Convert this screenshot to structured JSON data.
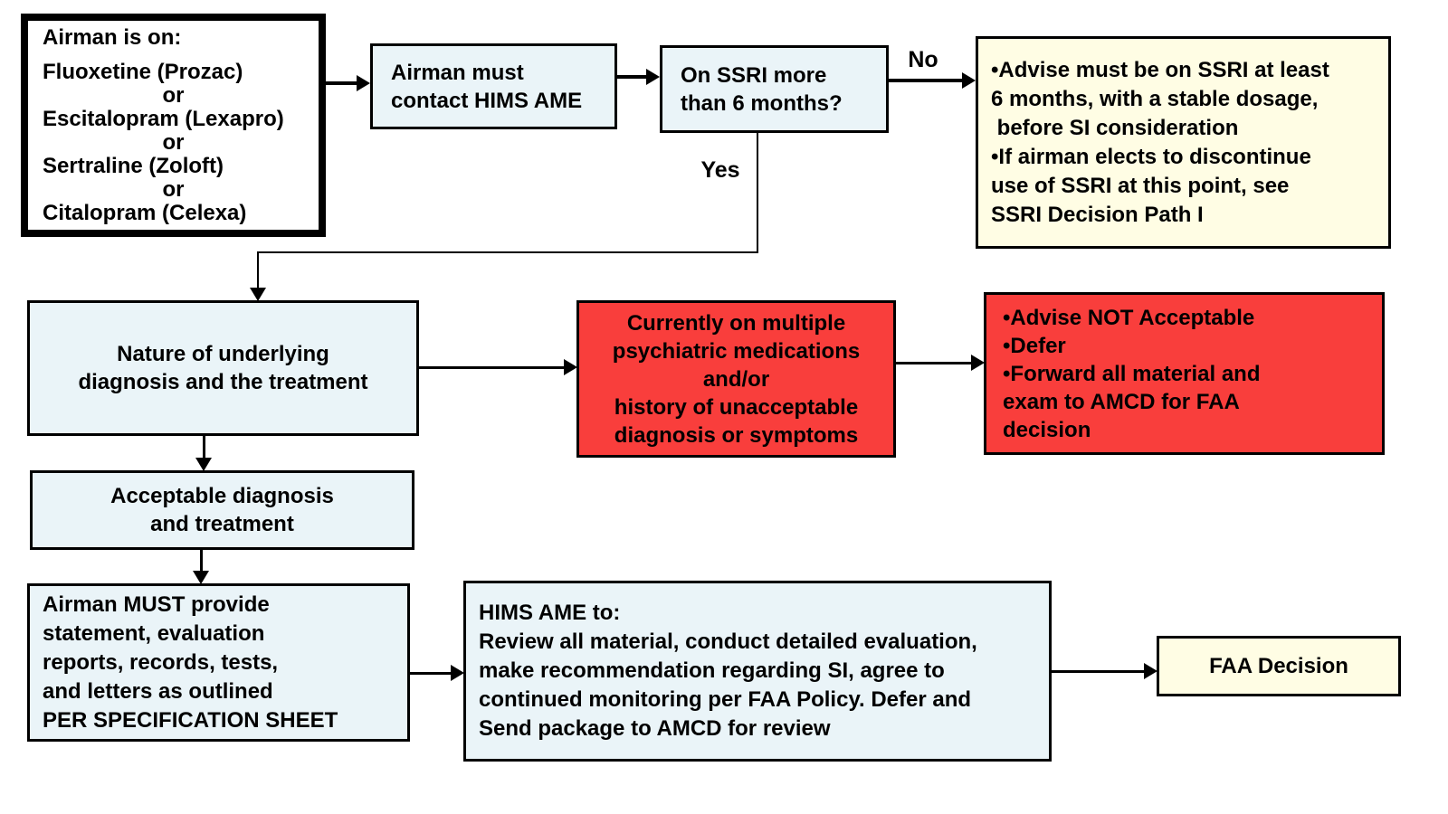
{
  "diagram": {
    "type": "flowchart",
    "topic": "SSRI Decision Path II - HIMS AME process for airman on SSRI",
    "colors": {
      "node_blue": "#EAF4F8",
      "node_cream": "#FFFDE4",
      "node_red": "#F93E3C",
      "node_white": "#FFFFFF",
      "line": "#000000",
      "text": "#000000"
    }
  },
  "labels": {
    "yes": "Yes",
    "no": "No"
  },
  "boxes": {
    "airman_on": {
      "lines": [
        "Airman is on:",
        "Fluoxetine (Prozac)",
        "or",
        "Escitalopram (Lexapro)",
        "or",
        "Sertraline (Zoloft)",
        "or",
        "Citalopram (Celexa)"
      ]
    },
    "contact_hims": {
      "lines": [
        "Airman must",
        "contact HIMS AME"
      ]
    },
    "ssri_6months": {
      "lines": [
        "On SSRI more",
        "than 6 months?"
      ]
    },
    "advise_minimum": {
      "lines": [
        "•Advise must be on SSRI at least",
        "6 months, with a stable dosage,",
        " before SI consideration",
        "•If airman elects to discontinue",
        "use of SSRI at this point, see",
        "SSRI Decision Path I"
      ]
    },
    "nature": {
      "lines": [
        "Nature of underlying",
        "diagnosis and the treatment"
      ]
    },
    "multiple_meds": {
      "lines": [
        "Currently on multiple",
        "psychiatric medications",
        "and/or",
        "history of unacceptable",
        "diagnosis or symptoms"
      ]
    },
    "not_acceptable": {
      "lines": [
        "•Advise NOT Acceptable",
        "•Defer",
        "•Forward all material and",
        "exam to AMCD for FAA",
        "decision"
      ]
    },
    "acceptable": {
      "lines": [
        "Acceptable diagnosis",
        "and treatment"
      ]
    },
    "provide": {
      "lines": [
        "Airman MUST provide",
        "statement, evaluation",
        "reports, records, tests,",
        "and letters as outlined",
        "PER SPECIFICATION SHEET"
      ]
    },
    "hims_ame": {
      "lines": [
        "HIMS AME to:",
        "Review all material, conduct detailed evaluation,",
        "make recommendation regarding SI, agree to",
        "continued monitoring per FAA Policy. Defer and",
        "Send package to AMCD for review"
      ]
    },
    "faa_decision": {
      "lines": [
        "FAA Decision"
      ]
    }
  }
}
